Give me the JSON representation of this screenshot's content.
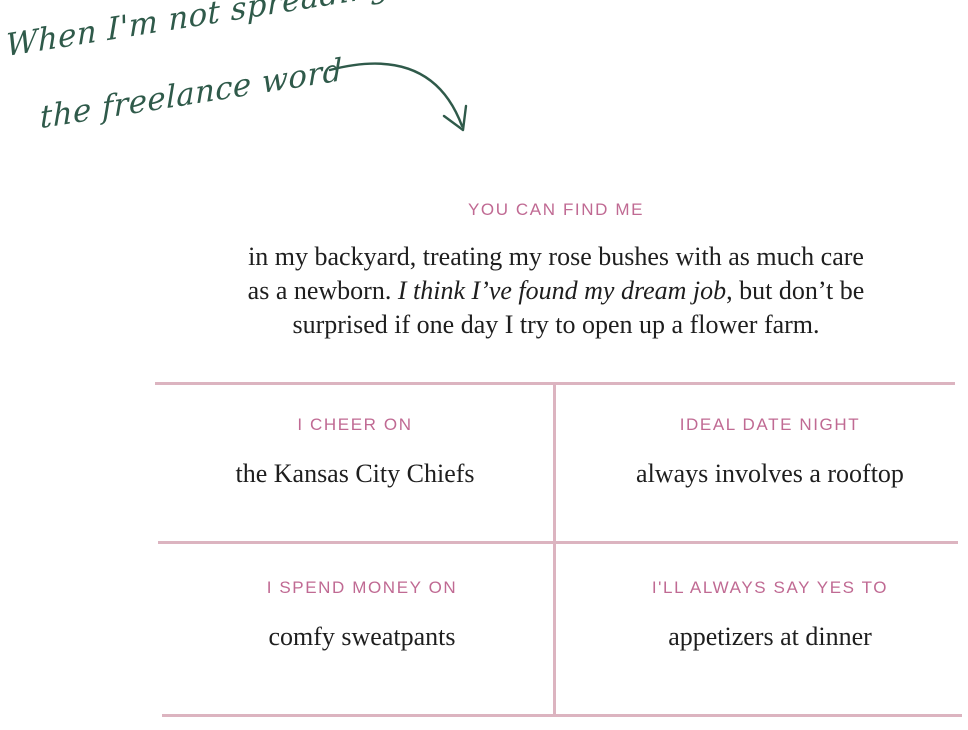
{
  "note": {
    "line1": "When I'm not spreading",
    "line2": "the freelance word"
  },
  "intro": {
    "label": "YOU CAN FIND ME",
    "line1": "in my backyard, treating my rose bushes with as much care",
    "line2_start": "as a newborn. ",
    "line2_italic": "I think I’ve found my dream job",
    "line2_end": ", but don’t be",
    "line3": "surprised if one day I try to open up a flower farm."
  },
  "facts": [
    {
      "label": "I CHEER ON",
      "value": "the Kansas City Chiefs"
    },
    {
      "label": "IDEAL DATE NIGHT",
      "value": "always involves a rooftop"
    },
    {
      "label": "I SPEND MONEY ON",
      "value": "comfy sweatpants"
    },
    {
      "label": "I'LL ALWAYS SAY YES TO",
      "value": "appetizers at dinner"
    }
  ],
  "colors": {
    "accent_pink": "#c06a93",
    "script_green": "#2f5a4a",
    "divider": "#dcb4c0",
    "text": "#1e1e1e"
  }
}
